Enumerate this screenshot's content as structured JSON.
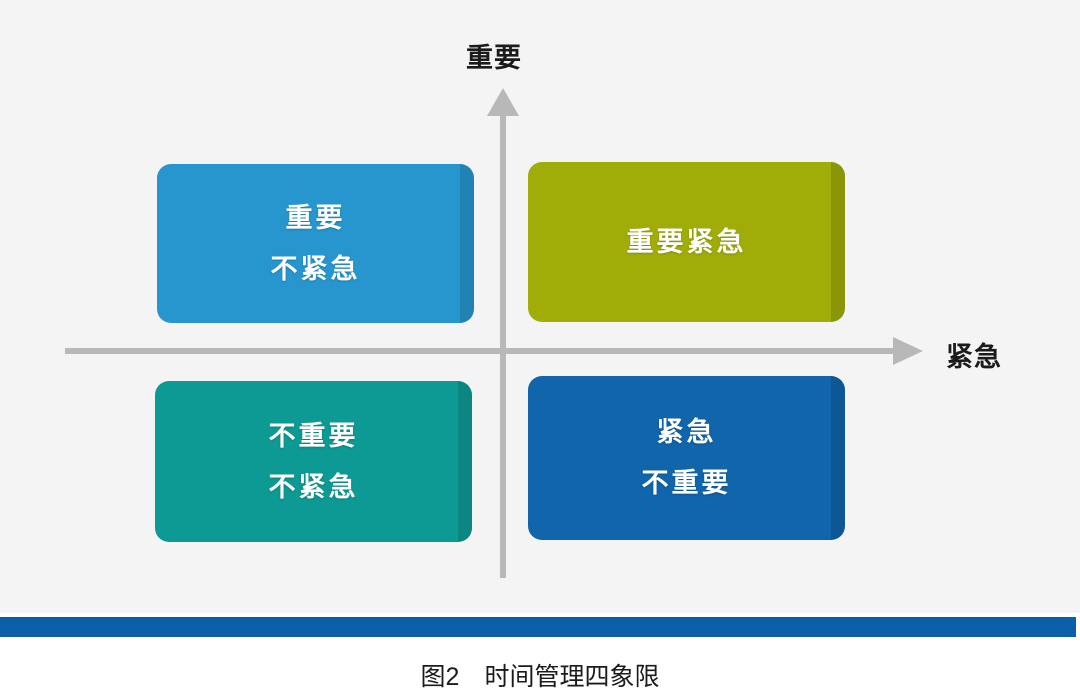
{
  "figure": {
    "caption": "图2　时间管理四象限",
    "background_color": "#f4f4f4",
    "axis_color": "#b8b8b8",
    "footer_rule_color": "#0b5ea8"
  },
  "axes": {
    "vertical": {
      "label": "重要",
      "direction": "up",
      "icon": "arrow-up-icon"
    },
    "horizontal": {
      "label": "紧急",
      "direction": "right",
      "icon": "arrow-right-icon"
    }
  },
  "chart_data": {
    "type": "scatter",
    "title": "图2　时间管理四象限",
    "xlabel": "紧急",
    "ylabel": "重要",
    "grid": false,
    "legend": "none",
    "quadrants": [
      {
        "id": "important-not-urgent",
        "position": "top-left",
        "lines": [
          "重要",
          "不紧急"
        ],
        "color": "#2796cf"
      },
      {
        "id": "important-urgent",
        "position": "top-right",
        "lines": [
          "重要紧急"
        ],
        "color": "#a0ad09"
      },
      {
        "id": "not-important-not-urgent",
        "position": "bottom-left",
        "lines": [
          "不重要",
          "不紧急"
        ],
        "color": "#0d9a94"
      },
      {
        "id": "urgent-not-important",
        "position": "bottom-right",
        "lines": [
          "紧急",
          "不重要"
        ],
        "color": "#1065ab"
      }
    ]
  }
}
